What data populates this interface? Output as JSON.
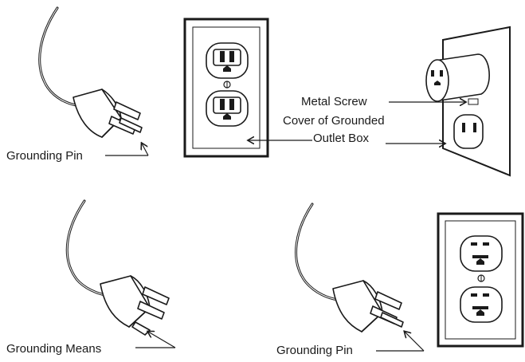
{
  "labels": {
    "grounding_pin_top": "Grounding Pin",
    "metal_screw": "Metal Screw",
    "cover_of_grounded": "Cover of Grounded",
    "outlet_box": "Outlet Box",
    "grounding_means": "Grounding Means",
    "grounding_pin_bottom": "Grounding Pin"
  },
  "icons": [
    "three-prong-plug-icon",
    "duplex-outlet-icon",
    "wall-adapter-icon",
    "two-prong-plug-icon",
    "arrow-icon"
  ],
  "colors": {
    "line": "#1a1a1a",
    "fill": "#ffffff",
    "shade": "#d9d9d9"
  }
}
